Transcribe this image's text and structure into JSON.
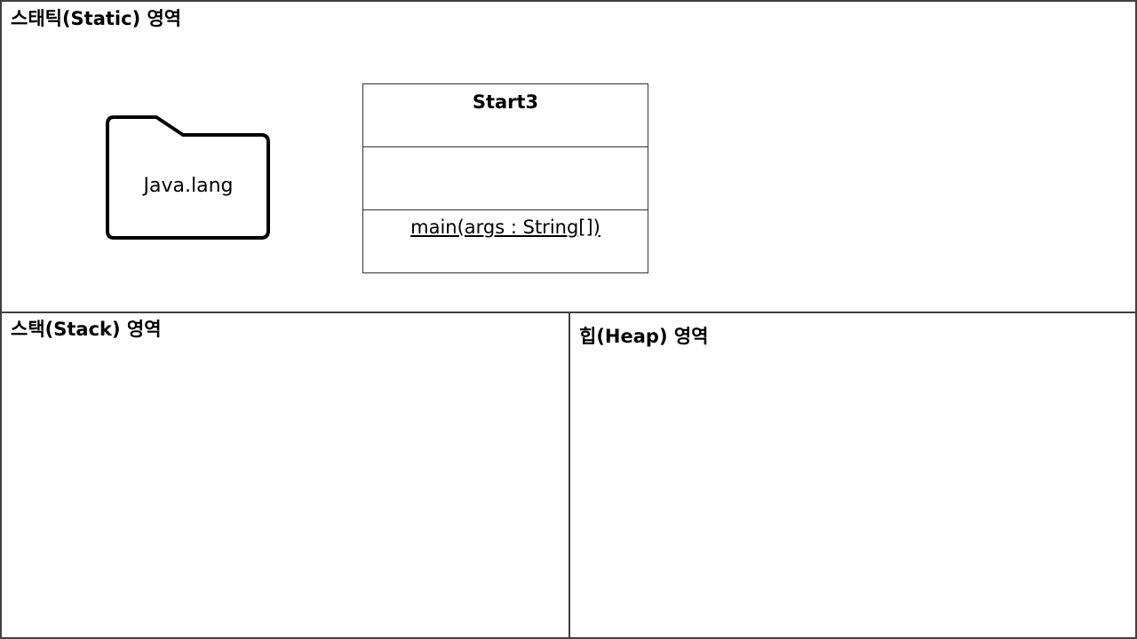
{
  "regions": {
    "static": {
      "title": "스태틱(Static) 영역"
    },
    "stack": {
      "title": "스택(Stack) 영역"
    },
    "heap": {
      "title": "힙(Heap) 영역"
    }
  },
  "package": {
    "label": "Java.lang",
    "icon": "folder-icon"
  },
  "uml_class": {
    "name": "Start3",
    "attributes": [],
    "operations": [
      "main(args : String[])"
    ]
  }
}
